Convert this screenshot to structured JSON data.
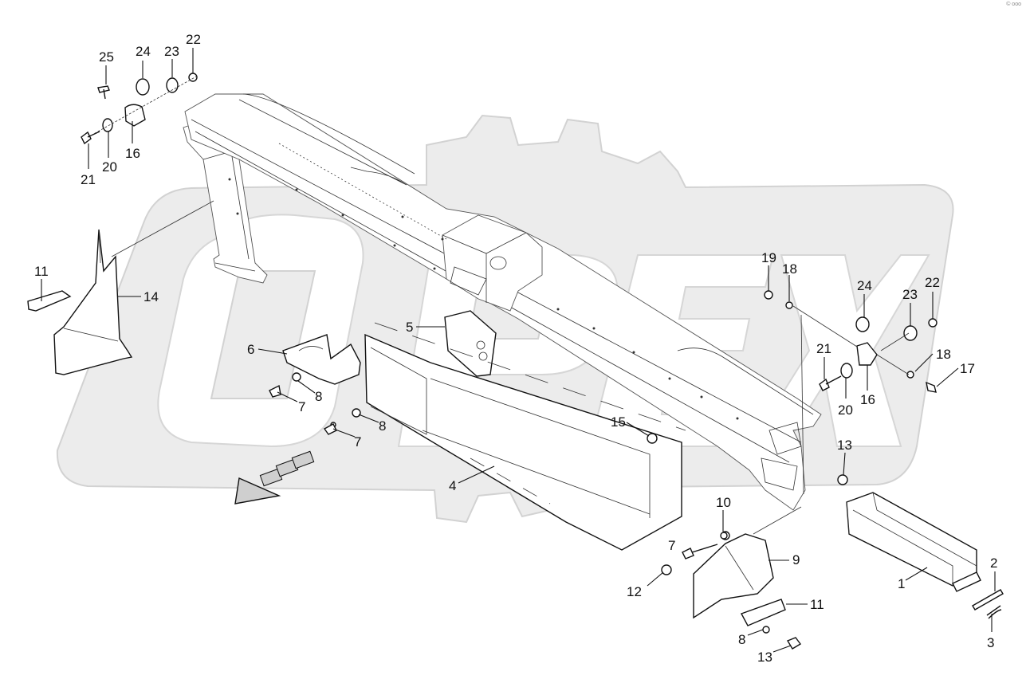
{
  "corner_mark": "© ooo",
  "callouts": [
    {
      "id": "c25",
      "label": "25"
    },
    {
      "id": "c24a",
      "label": "24"
    },
    {
      "id": "c23a",
      "label": "23"
    },
    {
      "id": "c22a",
      "label": "22"
    },
    {
      "id": "c21a",
      "label": "21"
    },
    {
      "id": "c20a",
      "label": "20"
    },
    {
      "id": "c16a",
      "label": "16"
    },
    {
      "id": "c11a",
      "label": "11"
    },
    {
      "id": "c14",
      "label": "14"
    },
    {
      "id": "c6",
      "label": "6"
    },
    {
      "id": "c5",
      "label": "5"
    },
    {
      "id": "c8a",
      "label": "8"
    },
    {
      "id": "c7a",
      "label": "7"
    },
    {
      "id": "c8b",
      "label": "8"
    },
    {
      "id": "c7b",
      "label": "7"
    },
    {
      "id": "c4",
      "label": "4"
    },
    {
      "id": "c15",
      "label": "15"
    },
    {
      "id": "c19",
      "label": "19"
    },
    {
      "id": "c18a",
      "label": "18"
    },
    {
      "id": "c24b",
      "label": "24"
    },
    {
      "id": "c23b",
      "label": "23"
    },
    {
      "id": "c22b",
      "label": "22"
    },
    {
      "id": "c21b",
      "label": "21"
    },
    {
      "id": "c18b",
      "label": "18"
    },
    {
      "id": "c17",
      "label": "17"
    },
    {
      "id": "c20b",
      "label": "20"
    },
    {
      "id": "c16b",
      "label": "16"
    },
    {
      "id": "c13a",
      "label": "13"
    },
    {
      "id": "c10",
      "label": "10"
    },
    {
      "id": "c7c",
      "label": "7"
    },
    {
      "id": "c9",
      "label": "9"
    },
    {
      "id": "c12",
      "label": "12"
    },
    {
      "id": "c11b",
      "label": "11"
    },
    {
      "id": "c8c",
      "label": "8"
    },
    {
      "id": "c13b",
      "label": "13"
    },
    {
      "id": "c1",
      "label": "1"
    },
    {
      "id": "c2",
      "label": "2"
    },
    {
      "id": "c3",
      "label": "3"
    }
  ]
}
